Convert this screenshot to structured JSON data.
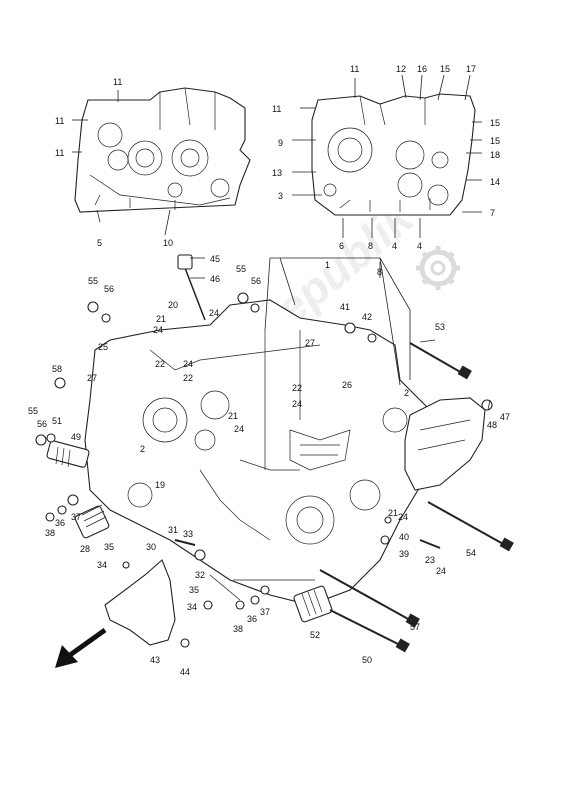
{
  "labels": {
    "l_1": "1",
    "l_2": "2",
    "l_2b": "2",
    "l_3": "3",
    "l_4a": "4",
    "l_4b": "4",
    "l_5": "5",
    "l_6": "6",
    "l_7": "7",
    "l_8a": "8",
    "l_8b": "8",
    "l_9": "9",
    "l_10": "10",
    "l_11a": "11",
    "l_11b": "11",
    "l_11c": "11",
    "l_11d": "11",
    "l_11e": "11",
    "l_12": "12",
    "l_13": "13",
    "l_14": "14",
    "l_15a": "15",
    "l_15b": "15",
    "l_15c": "15",
    "l_16": "16",
    "l_17": "17",
    "l_18": "18",
    "l_19": "19",
    "l_20": "20",
    "l_21a": "21",
    "l_21b": "21",
    "l_21c": "21",
    "l_22a": "22",
    "l_22b": "22",
    "l_22c": "22",
    "l_23": "23",
    "l_24a": "24",
    "l_24b": "24",
    "l_24c": "24",
    "l_24d": "24",
    "l_24e": "24",
    "l_24f": "24",
    "l_24g": "24",
    "l_25": "25",
    "l_26": "26",
    "l_27a": "27",
    "l_27b": "27",
    "l_28": "28",
    "l_30": "30",
    "l_31": "31",
    "l_32": "32",
    "l_33": "33",
    "l_34a": "34",
    "l_34b": "34",
    "l_35a": "35",
    "l_35b": "35",
    "l_36a": "36",
    "l_36b": "36",
    "l_37a": "37",
    "l_37b": "37",
    "l_38a": "38",
    "l_38b": "38",
    "l_39": "39",
    "l_40": "40",
    "l_41": "41",
    "l_42": "42",
    "l_43": "43",
    "l_44": "44",
    "l_45": "45",
    "l_46": "46",
    "l_47": "47",
    "l_48": "48",
    "l_49": "49",
    "l_50": "50",
    "l_51": "51",
    "l_52": "52",
    "l_53": "53",
    "l_54": "54",
    "l_55a": "55",
    "l_55b": "55",
    "l_55c": "55",
    "l_56a": "56",
    "l_56b": "56",
    "l_56c": "56",
    "l_57": "57",
    "l_58": "58"
  },
  "watermark": "Parts Republik",
  "icons": [
    "gear-watermark-icon",
    "direction-arrow-icon"
  ],
  "colors": {
    "line": "#222222",
    "watermark": "#d8d8d8",
    "background": "#ffffff"
  }
}
